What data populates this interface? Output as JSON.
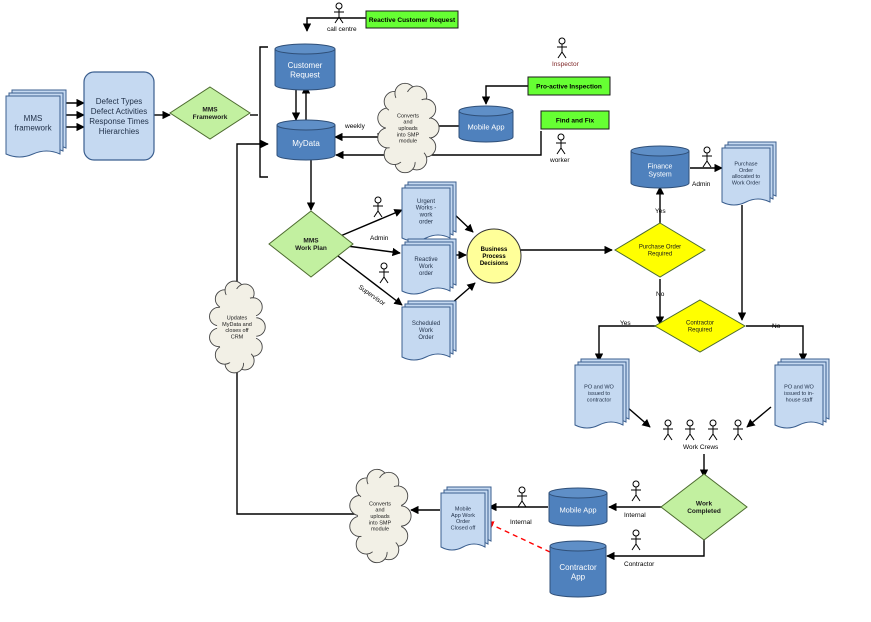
{
  "shapes": {
    "mms_framework_doc": [
      "MMS",
      "framework"
    ],
    "defect_box": [
      "Defect Types",
      "Defect Activities",
      "Response Times",
      "Hierarchies"
    ],
    "mms_framework_diamond": [
      "MMS",
      "Framework"
    ],
    "customer_request_db": [
      "Customer",
      "Request"
    ],
    "mydata_db": [
      "MyData"
    ],
    "reactive_request_tag": [
      "Reactive Customer Request"
    ],
    "proactive_tag": [
      "Pro-active Inspection"
    ],
    "find_fix_tag": [
      "Find and  Fix"
    ],
    "cloud_converts_top": [
      "Converts",
      "and",
      "uploads",
      "into SMP",
      "module"
    ],
    "mobile_app_db": [
      "Mobile App"
    ],
    "mms_workplan_diamond": [
      "MMS",
      "Work Plan"
    ],
    "urgent_doc": [
      "Urgent",
      "Works -",
      "work",
      "order"
    ],
    "reactive_doc": [
      "Reactive",
      "Work",
      "order"
    ],
    "scheduled_doc": [
      "Scheduled",
      "Work",
      "Order"
    ],
    "bpd_circle": [
      "Business",
      "Process",
      "Decisions"
    ],
    "cloud_updates": [
      "Updates",
      "MyData and",
      "closes off",
      "CRM"
    ],
    "finance_db": [
      "Finance",
      "System"
    ],
    "po_alloc_doc": [
      "Purchase",
      "Order",
      "allocated to",
      "Work Order"
    ],
    "po_required_diamond": [
      "Purchase Order",
      "Required"
    ],
    "contractor_required_diamond": [
      "Contractor",
      "Required"
    ],
    "po_contractor_doc": [
      "PO and WO",
      "issued to",
      "contractor"
    ],
    "po_inhouse_doc": [
      "PO and WO",
      "issued to in-",
      "house staff"
    ],
    "work_completed_diamond": [
      "Work",
      "Completed"
    ],
    "mobile_app_db2": [
      "Mobile App"
    ],
    "contractor_app_db": [
      "Contractor",
      "App"
    ],
    "closed_doc": [
      "Mobile",
      "App Work",
      "Order",
      "Closed off"
    ],
    "cloud_converts_bottom": [
      "Converts",
      "and",
      "uploads",
      "into SMP",
      "module"
    ]
  },
  "labels": {
    "call_centre": "call centre",
    "inspector": "Inspector",
    "worker": "worker",
    "weekly": "weekly",
    "admin_workplan": "Admin",
    "supervisor": "Supervisor",
    "admin_finance": "Admin",
    "yes_top": "Yes",
    "no_mid": "No",
    "yes_left": "Yes",
    "no_right": "No",
    "work_crews": "Work Crews",
    "internal_bottom": "Internal",
    "internal_right": "Internal",
    "contractor": "Contractor"
  },
  "colors": {
    "db_fill": "#4f81bd",
    "doc_fill": "#c5d9f1",
    "diamond_green": "#c2f0a0",
    "diamond_yellow": "#ffff00",
    "tag_green": "#66ff33",
    "circle_yellow": "#ffff99",
    "cloud_fill": "#f2f0e6",
    "dashed_red": "#ff0000"
  }
}
